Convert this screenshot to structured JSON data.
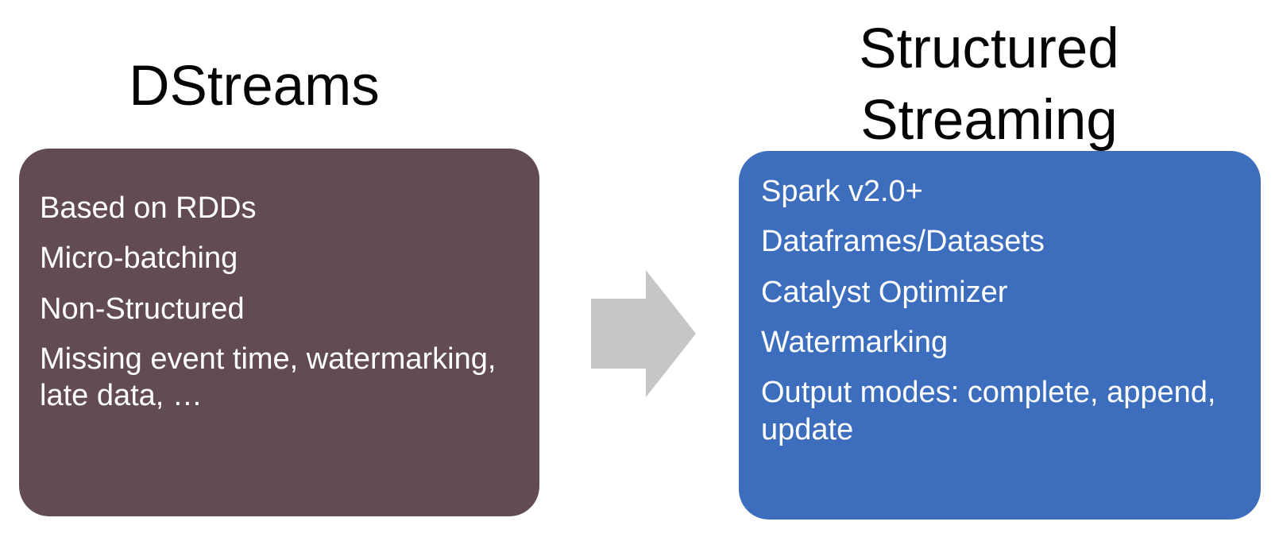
{
  "left": {
    "title": "DStreams",
    "items": [
      "Based on RDDs",
      "Micro-batching",
      "Non-Structured",
      "Missing event time, watermarking, late data, …"
    ],
    "fill": "#634c51"
  },
  "right": {
    "title": "Structured Streaming",
    "items": [
      "Spark v2.0+",
      "Dataframes/Datasets",
      "Catalyst Optimizer",
      "Watermarking",
      "Output modes: complete, append, update"
    ],
    "fill": "#3d6ebd"
  },
  "arrow": {
    "icon": "right-arrow-icon",
    "color": "#c6c6c6"
  }
}
